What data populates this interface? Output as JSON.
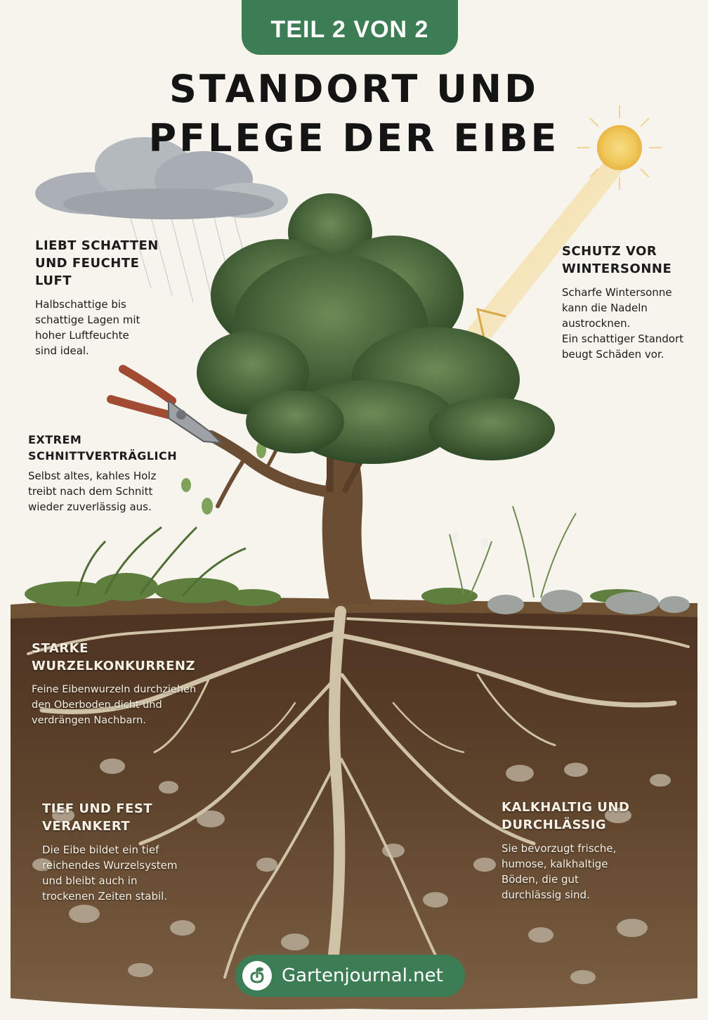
{
  "header": {
    "badge": "TEIL 2 VON 2",
    "title_lines": [
      "STANDORT UND",
      "PFLEGE DER EIBE"
    ]
  },
  "blocks": {
    "shade": {
      "title_lines": [
        "LIEBT SCHATTEN",
        "UND FEUCHTE",
        "LUFT"
      ],
      "text_lines": [
        "Halbschattige bis",
        "schattige Lagen mit",
        "hoher Luftfeuchte",
        "sind ideal."
      ]
    },
    "sun": {
      "title_lines": [
        "SCHUTZ VOR",
        "WINTERSONNE"
      ],
      "text_lines": [
        "Scharfe Wintersonne",
        "kann die Nadeln",
        "austrocknen.",
        "Ein schattiger Standort",
        "beugt Schäden vor."
      ]
    },
    "prune": {
      "title_lines": [
        "EXTREM",
        "SCHNITTVERTRÄGLICH"
      ],
      "text_lines": [
        "Selbst altes, kahles Holz",
        "treibt nach dem Schnitt",
        "wieder zuverlässig aus."
      ]
    },
    "roots": {
      "title_lines": [
        "STARKE",
        "WURZELKONKURRENZ"
      ],
      "text_lines": [
        "Feine Eibenwurzeln durchziehen",
        "den Oberboden dicht und",
        "verdrängen Nachbarn."
      ]
    },
    "anchor": {
      "title_lines": [
        "TIEF UND FEST",
        "VERANKERT"
      ],
      "text_lines": [
        "Die Eibe bildet ein tief",
        "reichendes Wurzelsystem",
        "und bleibt auch in",
        "trockenen Zeiten stabil."
      ]
    },
    "soil": {
      "title_lines": [
        "KALKHALTIG UND",
        "DURCHLÄSSIG"
      ],
      "text_lines": [
        "Sie bevorzugt frische,",
        "humose, kalkhaltige",
        "Böden, die gut",
        "durchlässig sind."
      ]
    }
  },
  "footer": {
    "brand": "Gartenjournal.net",
    "logo_icon": "sprout-logo-icon"
  },
  "colors": {
    "accent_green": "#3d7d55",
    "soil_brown": "#5a3f28",
    "foliage": "#3f5e34",
    "sun": "#f2c955"
  }
}
